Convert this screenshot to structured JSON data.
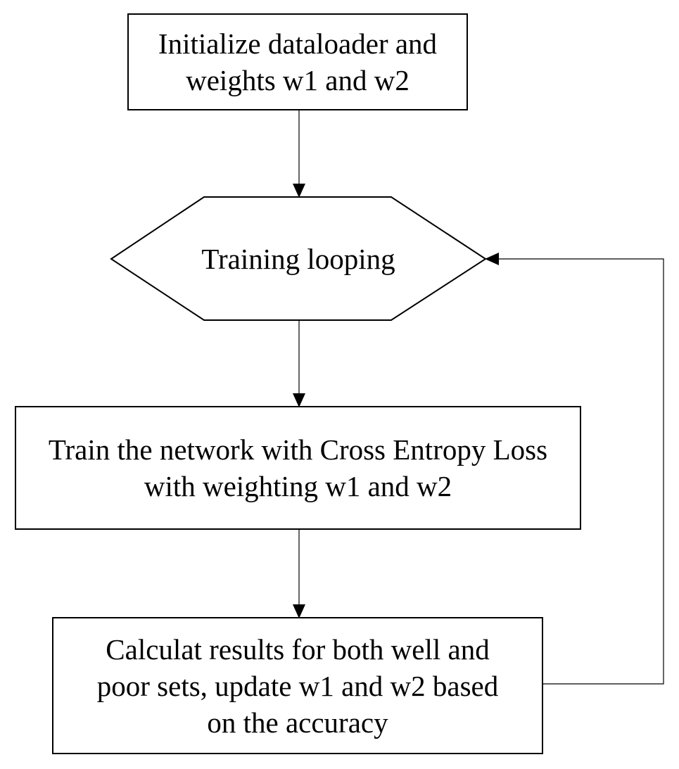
{
  "flowchart": {
    "nodes": [
      {
        "id": "init",
        "shape": "rectangle",
        "lines": [
          "Initialize dataloader and",
          "weights w1 and w2"
        ]
      },
      {
        "id": "loop",
        "shape": "hexagon",
        "lines": [
          "Training looping"
        ]
      },
      {
        "id": "train",
        "shape": "rectangle",
        "lines": [
          "Train the network with Cross Entropy Loss",
          "with weighting w1 and w2"
        ]
      },
      {
        "id": "calc",
        "shape": "rectangle",
        "lines": [
          "Calculat results for both well and",
          "poor sets, update w1 and w2 based",
          "on the accuracy"
        ]
      }
    ],
    "edges": [
      {
        "from": "init",
        "to": "loop"
      },
      {
        "from": "loop",
        "to": "train"
      },
      {
        "from": "train",
        "to": "calc"
      },
      {
        "from": "calc",
        "to": "loop",
        "route": "feedback-right"
      }
    ],
    "colors": {
      "stroke": "#000000",
      "fill": "#ffffff",
      "text": "#000000"
    }
  }
}
